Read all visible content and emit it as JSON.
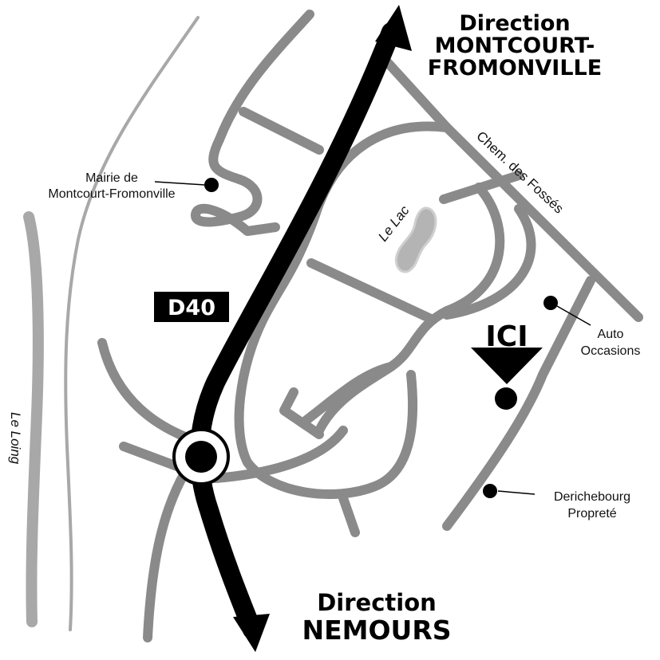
{
  "colors": {
    "road": "#8a8a8a",
    "river": "#a8a8a8",
    "main_road": "#000000",
    "background": "#ffffff",
    "lake": "#b4b4b4"
  },
  "directions": {
    "north": {
      "line1": "Direction",
      "line2": "MONTCOURT-",
      "line3": "FROMONVILLE"
    },
    "south": {
      "line1": "Direction",
      "line2": "NEMOURS"
    }
  },
  "road_label": "D40",
  "street_label": "Chem. des Fossés",
  "lake_label": "Le Lac",
  "river_label": "Le Loing",
  "here_label": "ICI",
  "pois": {
    "mairie": {
      "line1": "Mairie de",
      "line2": "Montcourt-Fromonville"
    },
    "auto": {
      "line1": "Auto",
      "line2": "Occasions"
    },
    "derichebourg": {
      "line1": "Derichebourg",
      "line2": "Propreté"
    }
  }
}
